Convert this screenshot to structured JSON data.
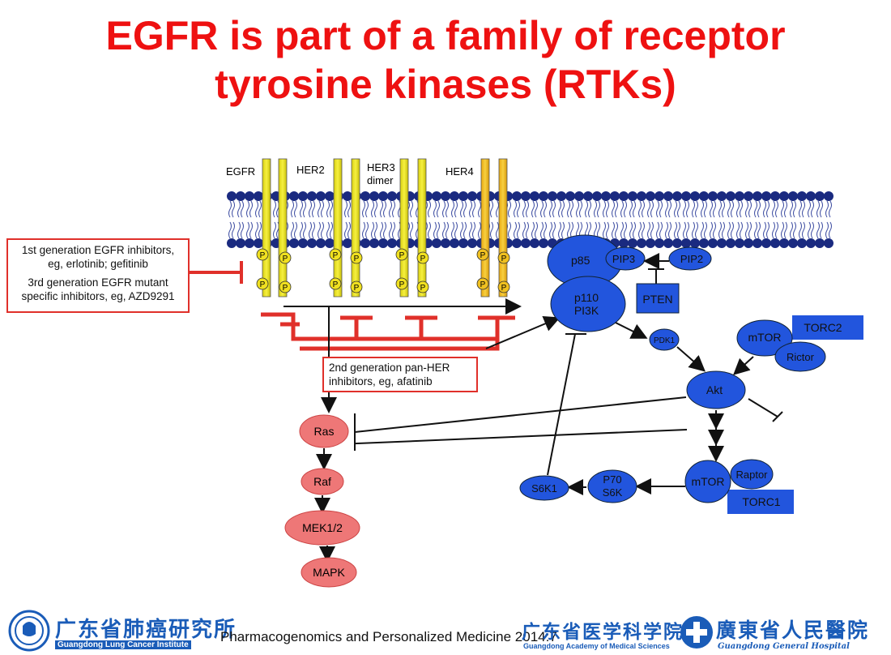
{
  "slide": {
    "title_line1": "EGFR is part of a family of receptor",
    "title_line2": "tyrosine kinases (RTKs)"
  },
  "receptors": {
    "egfr": "EGFR",
    "her2": "HER2",
    "her3_line1": "HER3",
    "her3_line2": "dimer",
    "her4": "HER4",
    "phospho": "P"
  },
  "inhibitors": {
    "first_gen_line1": "1st generation EGFR inhibitors,",
    "first_gen_line2": "eg, erlotinib; gefitinib",
    "third_gen_line1": "3rd generation EGFR mutant",
    "third_gen_line2": "specific inhibitors, eg, AZD9291",
    "second_gen_line1": "2nd generation pan-HER",
    "second_gen_line2": "inhibitors, eg, afatinib"
  },
  "pathway": {
    "p85": "p85",
    "p110_line1": "p110",
    "p110_line2": "PI3K",
    "pip3": "PIP3",
    "pip2": "PIP2",
    "pten": "PTEN",
    "pdk1": "PDK1",
    "mtor": "mTOR",
    "torc2": "TORC2",
    "rictor": "Rictor",
    "akt": "Akt",
    "mtor2": "mTOR",
    "raptor": "Raptor",
    "torc1": "TORC1",
    "p70_line1": "P70",
    "p70_line2": "S6K",
    "s6k1": "S6K1",
    "ras": "Ras",
    "raf": "Raf",
    "mek": "MEK1/2",
    "mapk": "MAPK"
  },
  "footer": {
    "citation": "Pharmacogenomics and Personalized Medicine 2014:7",
    "logo_left_cn": "广东省肺癌研究所",
    "logo_left_en": "Guangdong Lung Cancer Institute",
    "logo_mid_cn": "广东省医学科学院",
    "logo_mid_en": "Guangdong Academy of Medical Sciences",
    "logo_right_cn": "廣東省人民醫院",
    "logo_right_en": "Guangdong General Hospital"
  },
  "colors": {
    "title": "#ee1111",
    "pi3k_blue": "#2255dd",
    "mapk_pink": "#ee7777",
    "receptor_yellow": "#e8e020",
    "inhibitor_red": "#e0302a",
    "membrane": "#1a2a80"
  }
}
